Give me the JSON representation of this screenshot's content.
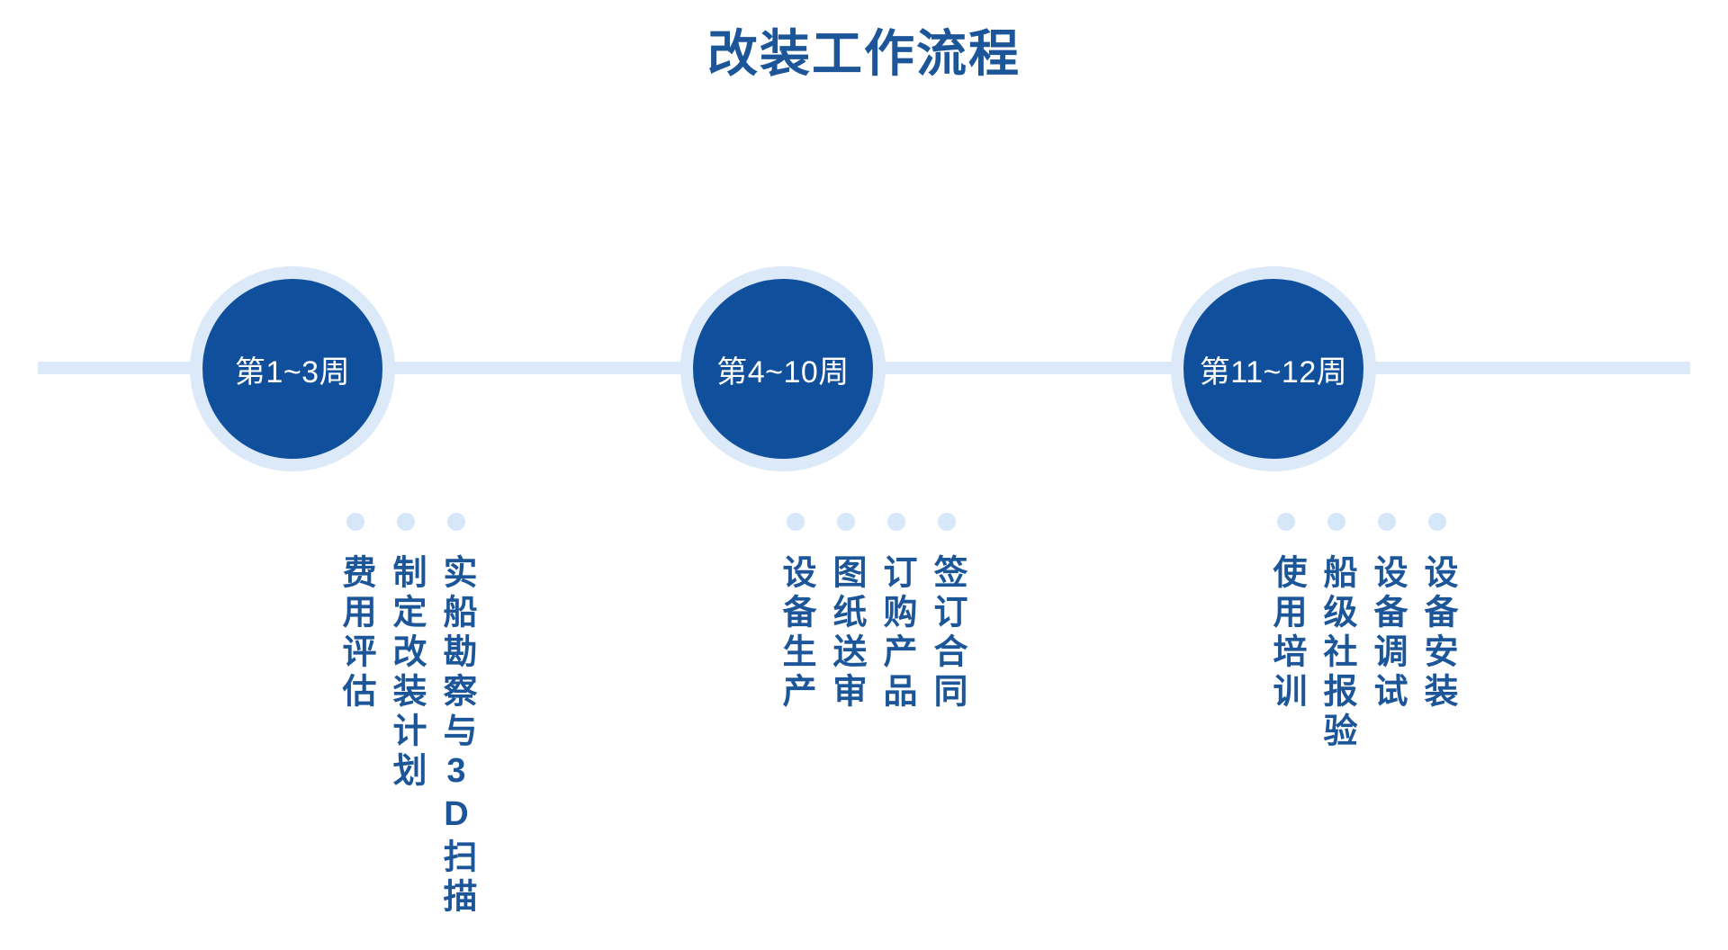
{
  "page": {
    "title": "改装工作流程",
    "type": "timeline-infographic"
  },
  "colors": {
    "primary_dark_blue": "#0f4f9c",
    "ring_light_blue": "#dbe9f8",
    "rail_light_blue": "#dbe9f8",
    "dot_light_blue": "#d5e7f9",
    "text_blue": "#1c5699",
    "node_label_white": "#ffffff",
    "background": "#ffffff"
  },
  "timeline": {
    "rail_label": "timeline-rail",
    "stages": [
      {
        "id": "stage-1",
        "node_label": "第1~3周",
        "items": [
          {
            "text": "费用评估"
          },
          {
            "text": "制定改装计划"
          },
          {
            "text": "实船勘察与3D扫描"
          }
        ]
      },
      {
        "id": "stage-2",
        "node_label": "第4~10周",
        "items": [
          {
            "text": "设备生产"
          },
          {
            "text": "图纸送审"
          },
          {
            "text": "订购产品"
          },
          {
            "text": "签订合同"
          }
        ]
      },
      {
        "id": "stage-3",
        "node_label": "第11~12周",
        "items": [
          {
            "text": "使用培训"
          },
          {
            "text": "船级社报验"
          },
          {
            "text": "设备调试"
          },
          {
            "text": "设备安装"
          }
        ]
      }
    ]
  }
}
